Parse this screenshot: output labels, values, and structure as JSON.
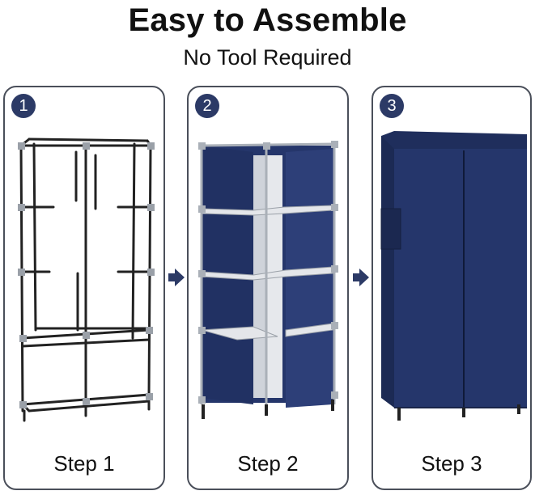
{
  "header": {
    "title": "Easy to Assemble",
    "subtitle": "No Tool Required"
  },
  "steps": [
    {
      "number": "1",
      "label": "Step 1",
      "illustration": "wardrobe-frame-icon"
    },
    {
      "number": "2",
      "label": "Step 2",
      "illustration": "wardrobe-shelves-icon"
    },
    {
      "number": "3",
      "label": "Step 3",
      "illustration": "wardrobe-covered-icon"
    }
  ],
  "colors": {
    "fabric": "#25366b",
    "badge": "#2c3a66",
    "frame": "#222222",
    "border": "#4a4f5a"
  }
}
